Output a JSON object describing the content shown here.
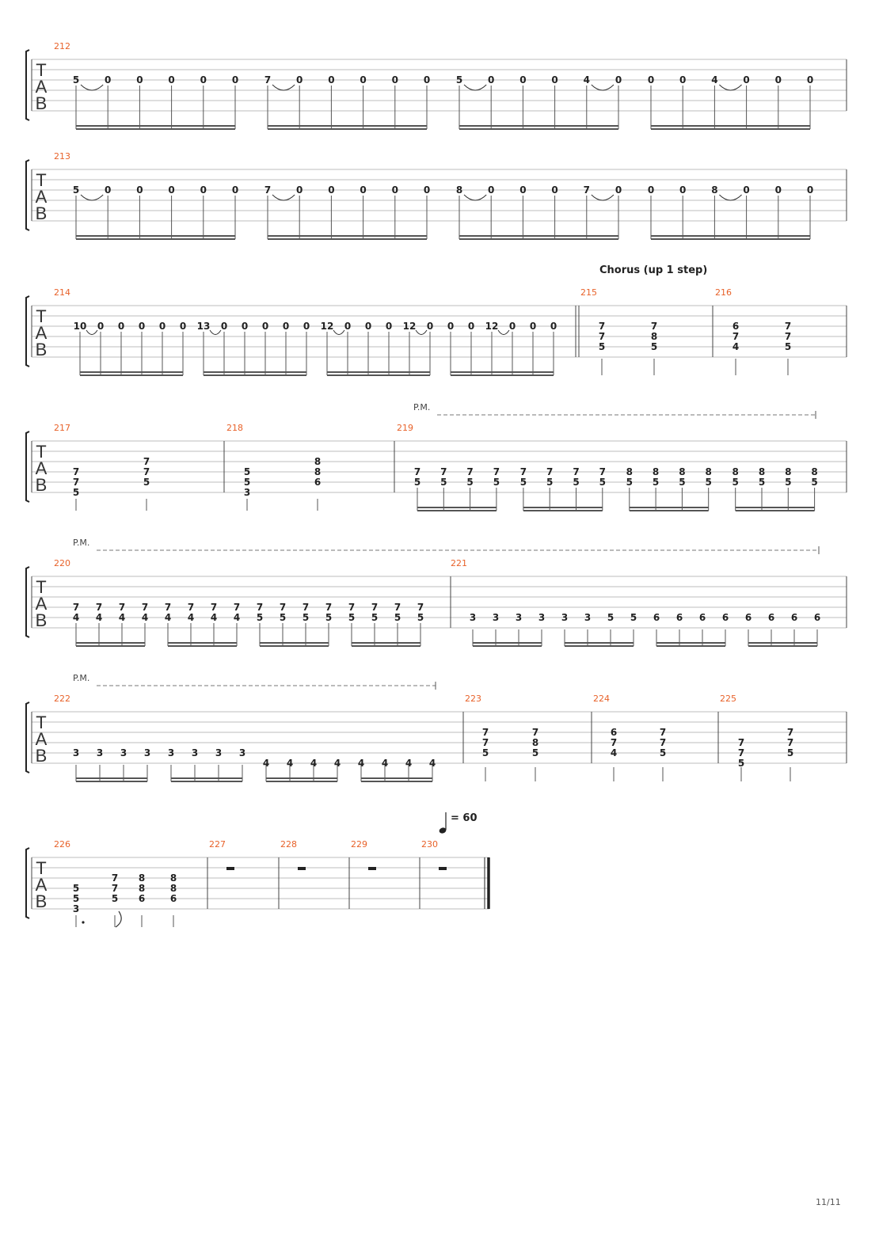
{
  "page": {
    "page_number": "11/11"
  },
  "section_label": "Chorus (up 1 step)",
  "pm_label": "P.M.",
  "tempo_label": "= 60",
  "clef": [
    "T",
    "A",
    "B"
  ],
  "measures": {
    "212": [
      {
        "frets": [
          "5"
        ],
        "tie": true
      },
      {
        "frets": [
          "0"
        ]
      },
      {
        "frets": [
          "0"
        ]
      },
      {
        "frets": [
          "0"
        ]
      },
      {
        "frets": [
          "0"
        ]
      },
      {
        "frets": [
          "0"
        ]
      },
      {
        "frets": [
          "7"
        ],
        "tie": true
      },
      {
        "frets": [
          "0"
        ]
      },
      {
        "frets": [
          "0"
        ]
      },
      {
        "frets": [
          "0"
        ]
      },
      {
        "frets": [
          "0"
        ]
      },
      {
        "frets": [
          "0"
        ]
      },
      {
        "frets": [
          "5"
        ],
        "tie": true
      },
      {
        "frets": [
          "0"
        ]
      },
      {
        "frets": [
          "0"
        ]
      },
      {
        "frets": [
          "0"
        ]
      },
      {
        "frets": [
          "4"
        ],
        "tie": true
      },
      {
        "frets": [
          "0"
        ]
      },
      {
        "frets": [
          "0"
        ]
      },
      {
        "frets": [
          "0"
        ]
      },
      {
        "frets": [
          "4"
        ],
        "tie": true
      },
      {
        "frets": [
          "0"
        ]
      },
      {
        "frets": [
          "0"
        ]
      },
      {
        "frets": [
          "0"
        ]
      }
    ],
    "213": [
      {
        "frets": [
          "5"
        ],
        "tie": true
      },
      {
        "frets": [
          "0"
        ]
      },
      {
        "frets": [
          "0"
        ]
      },
      {
        "frets": [
          "0"
        ]
      },
      {
        "frets": [
          "0"
        ]
      },
      {
        "frets": [
          "0"
        ]
      },
      {
        "frets": [
          "7"
        ],
        "tie": true
      },
      {
        "frets": [
          "0"
        ]
      },
      {
        "frets": [
          "0"
        ]
      },
      {
        "frets": [
          "0"
        ]
      },
      {
        "frets": [
          "0"
        ]
      },
      {
        "frets": [
          "0"
        ]
      },
      {
        "frets": [
          "8"
        ],
        "tie": true
      },
      {
        "frets": [
          "0"
        ]
      },
      {
        "frets": [
          "0"
        ]
      },
      {
        "frets": [
          "0"
        ]
      },
      {
        "frets": [
          "7"
        ],
        "tie": true
      },
      {
        "frets": [
          "0"
        ]
      },
      {
        "frets": [
          "0"
        ]
      },
      {
        "frets": [
          "0"
        ]
      },
      {
        "frets": [
          "8"
        ],
        "tie": true
      },
      {
        "frets": [
          "0"
        ]
      },
      {
        "frets": [
          "0"
        ]
      },
      {
        "frets": [
          "0"
        ]
      }
    ],
    "214": [
      {
        "frets": [
          "10"
        ],
        "tie": true
      },
      {
        "frets": [
          "0"
        ]
      },
      {
        "frets": [
          "0"
        ]
      },
      {
        "frets": [
          "0"
        ]
      },
      {
        "frets": [
          "0"
        ]
      },
      {
        "frets": [
          "0"
        ]
      },
      {
        "frets": [
          "13"
        ],
        "tie": true
      },
      {
        "frets": [
          "0"
        ]
      },
      {
        "frets": [
          "0"
        ]
      },
      {
        "frets": [
          "0"
        ]
      },
      {
        "frets": [
          "0"
        ]
      },
      {
        "frets": [
          "0"
        ]
      },
      {
        "frets": [
          "12"
        ],
        "tie": true
      },
      {
        "frets": [
          "0"
        ]
      },
      {
        "frets": [
          "0"
        ]
      },
      {
        "frets": [
          "0"
        ]
      },
      {
        "frets": [
          "12"
        ],
        "tie": true
      },
      {
        "frets": [
          "0"
        ]
      },
      {
        "frets": [
          "0"
        ]
      },
      {
        "frets": [
          "0"
        ]
      },
      {
        "frets": [
          "12"
        ],
        "tie": true
      },
      {
        "frets": [
          "0"
        ]
      },
      {
        "frets": [
          "0"
        ]
      },
      {
        "frets": [
          "0"
        ]
      }
    ],
    "215": [
      {
        "frets": [
          "7",
          "7",
          "5"
        ]
      },
      {
        "frets": [
          "7",
          "8",
          "5"
        ]
      }
    ],
    "216": [
      {
        "frets": [
          "6",
          "7",
          "4"
        ]
      },
      {
        "frets": [
          "7",
          "7",
          "5"
        ]
      }
    ],
    "217": [
      {
        "frets": [
          "7",
          "7",
          "5"
        ]
      },
      {
        "frets": [
          "7",
          "7",
          "5"
        ]
      }
    ],
    "218": [
      {
        "frets": [
          "5",
          "5",
          "3"
        ]
      },
      {
        "frets": [
          "8",
          "8",
          "6"
        ]
      }
    ],
    "219": [
      "7/5",
      "7/5",
      "7/5",
      "7/5",
      "7/5",
      "7/5",
      "7/5",
      "7/5",
      "8/5",
      "8/5",
      "8/5",
      "8/5",
      "8/5",
      "8/5",
      "8/5",
      "8/5"
    ],
    "220": [
      "7/4",
      "7/4",
      "7/4",
      "7/4",
      "7/4",
      "7/4",
      "7/4",
      "7/4",
      "7/5",
      "7/5",
      "7/5",
      "7/5",
      "7/5",
      "7/5",
      "7/5",
      "7/5"
    ],
    "221": [
      "3",
      "3",
      "3",
      "3",
      "3",
      "3",
      "5",
      "5",
      "6",
      "6",
      "6",
      "6",
      "6",
      "6",
      "6",
      "6"
    ],
    "222": [
      "3",
      "3",
      "3",
      "3",
      "3",
      "3",
      "3",
      "3",
      "4",
      "4",
      "4",
      "4",
      "4",
      "4",
      "4",
      "4"
    ],
    "223": [
      {
        "frets": [
          "7",
          "7",
          "5"
        ]
      },
      {
        "frets": [
          "7",
          "8",
          "5"
        ]
      }
    ],
    "224": [
      {
        "frets": [
          "6",
          "7",
          "4"
        ]
      },
      {
        "frets": [
          "7",
          "7",
          "5"
        ]
      }
    ],
    "225": [
      {
        "frets": [
          "7",
          "7",
          "5"
        ]
      },
      {
        "frets": [
          "7",
          "7",
          "5"
        ]
      }
    ],
    "226": [
      {
        "frets": [
          "5",
          "5",
          "3"
        ]
      },
      {
        "frets": [
          "7",
          "7",
          "5"
        ]
      },
      {
        "frets": [
          "8",
          "8",
          "6"
        ]
      },
      {
        "frets": [
          "8",
          "8",
          "6"
        ]
      }
    ]
  },
  "rest_measures": [
    "227",
    "228",
    "229",
    "230"
  ]
}
